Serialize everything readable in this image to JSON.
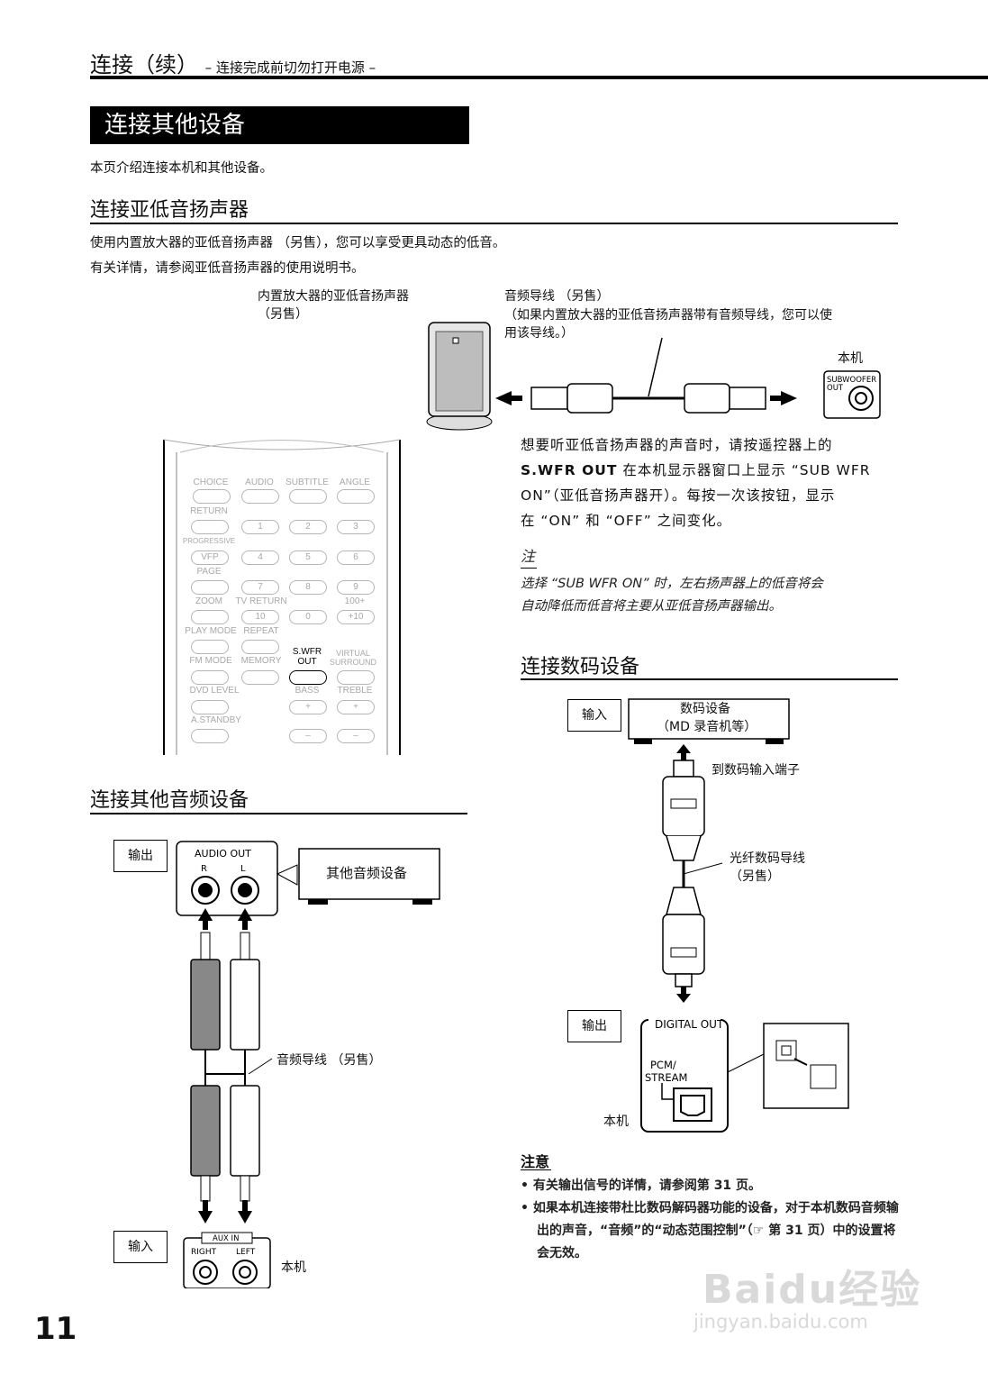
{
  "header": {
    "title": "连接（续）",
    "subtitle": "– 连接完成前切勿打开电源 –"
  },
  "banner": "连接其他设备",
  "intro": "本页介绍连接本机和其他设备。",
  "subwoofer": {
    "heading": "连接亚低音扬声器",
    "para1": "使用内置放大器的亚低音扬声器 （另售），您可以享受更具动态的低音。",
    "para2": "有关详情，请参阅亚低音扬声器的使用说明书。",
    "label_speaker_1": "内置放大器的亚低音扬声器",
    "label_speaker_2": "（另售）",
    "label_cable_1": "音频导线 （另售）",
    "label_cable_2": "（如果内置放大器的亚低音扬声器带有音频导线，您可以使",
    "label_cable_3": "用该导线。）",
    "label_unit": "本机",
    "jack_label_1": "SUBWOOFER",
    "jack_label_2": "OUT",
    "desc_line1": "想要听亚低音扬声器的声音时，请按遥控器上的",
    "desc_bold": "S.WFR OUT",
    "desc_line2": " 在本机显示器窗口上显示 “SUB WFR",
    "desc_line3": "ON”（亚低音扬声器开）。每按一次该按钮，显示",
    "desc_line4": "在 “ON” 和 “OFF” 之间变化。",
    "note_title": "注",
    "note_line1": "选择 “SUB WFR ON” 时，左右扬声器上的低音将会",
    "note_line2": "自动降低而低音将主要从亚低音扬声器输出。"
  },
  "remote": {
    "row1": [
      "CHOICE",
      "AUDIO",
      "SUBTITLE",
      "ANGLE"
    ],
    "return": "RETURN",
    "nums1": [
      "1",
      "2",
      "3"
    ],
    "progressive": "PROGRESSIVE",
    "vfp": "VFP",
    "nums2": [
      "4",
      "5",
      "6"
    ],
    "page": "PAGE",
    "nums3": [
      "7",
      "8",
      "9"
    ],
    "zoom": "ZOOM",
    "tv_return": "TV RETURN",
    "hundred": "100+",
    "nums4": [
      "10",
      "0",
      "+10"
    ],
    "play_mode": "PLAY MODE",
    "repeat": "REPEAT",
    "swfr_1": "S.WFR",
    "swfr_2": "OUT",
    "virtual_1": "VIRTUAL",
    "virtual_2": "SURROUND",
    "fm_mode": "FM MODE",
    "memory": "MEMORY",
    "dvd_level": "DVD LEVEL",
    "bass": "BASS",
    "treble": "TREBLE",
    "a_standby": "A.STANDBY",
    "plus": "+",
    "minus": "–"
  },
  "audio": {
    "heading": "连接其他音频设备",
    "output_tag": "输出",
    "audio_out": "AUDIO OUT",
    "r": "R",
    "l": "L",
    "other_device": "其他音频设备",
    "cable_label": "音频导线 （另售）",
    "input_tag": "输入",
    "aux_in": "AUX IN",
    "right": "RIGHT",
    "left": "LEFT",
    "unit": "本机"
  },
  "digital": {
    "heading": "连接数码设备",
    "input_tag": "输入",
    "device_1": "数码设备",
    "device_2": "（MD 录音机等）",
    "to_input": "到数码输入端子",
    "fiber_1": "光纤数码导线",
    "fiber_2": "（另售）",
    "output_tag": "输出",
    "digital_out": "DIGITAL OUT",
    "pcm_1": "PCM/",
    "pcm_2": "STREAM",
    "unit": "本机"
  },
  "caution": {
    "title": "注意",
    "bullet1": "•  有关输出信号的详情，请参阅第 31 页。",
    "bullet2": "•  如果本机连接带杜比数码解码器功能的设备，对于本机数码音频输出的声音，“音频”的“动态范围控制”（☞ 第 31 页）中的设置将会无效。"
  },
  "page_number": "11",
  "watermark": {
    "brand": "Baidu经验",
    "url": "jingyan.baidu.com"
  }
}
